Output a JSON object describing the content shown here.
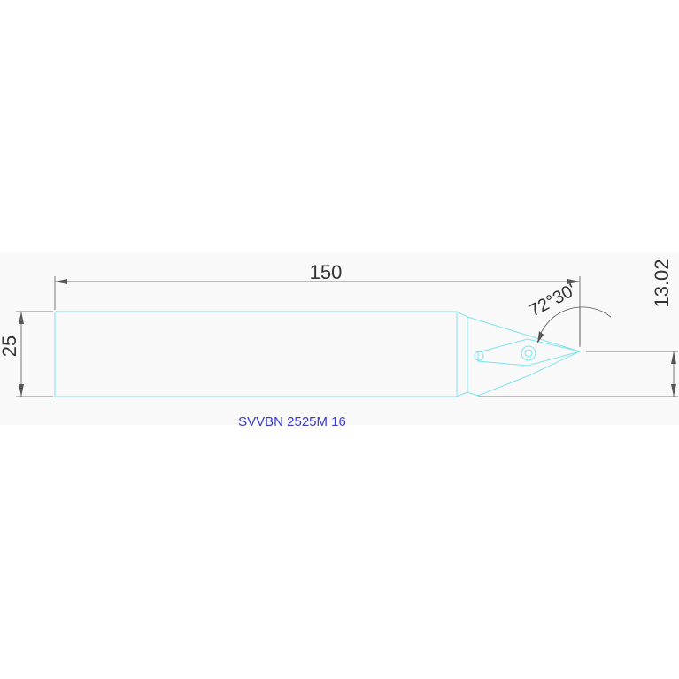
{
  "drawing": {
    "model_label": "SVVBN 2525M 16",
    "dimensions": {
      "length": "150",
      "height": "25",
      "offset": "13.02",
      "angle": "72°30'"
    }
  },
  "colors": {
    "outline": "#7fe3ee",
    "label": "#3a3acf",
    "dimension": "#555555",
    "background_band": "#f9f9f9"
  }
}
